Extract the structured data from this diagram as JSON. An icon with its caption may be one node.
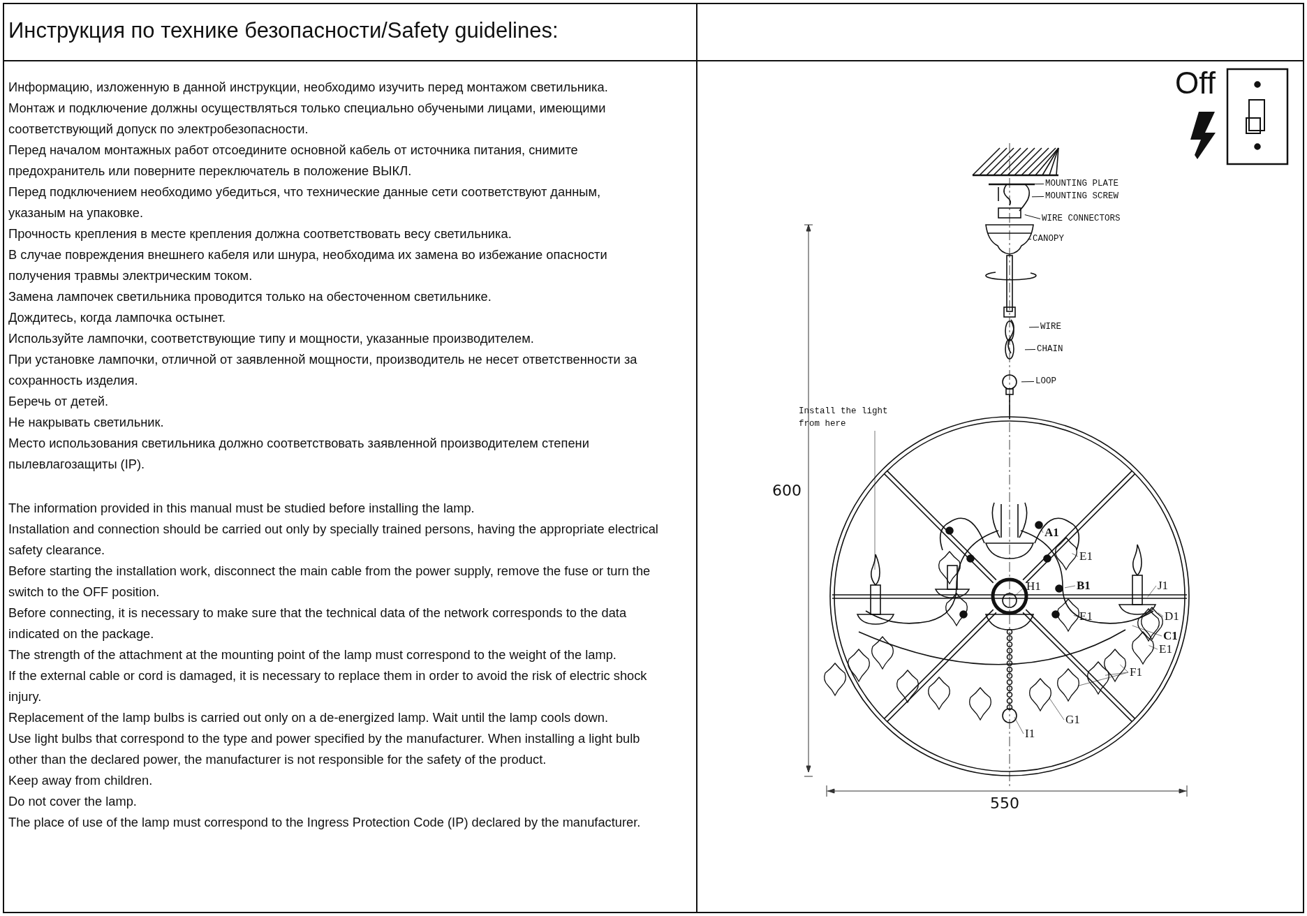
{
  "diagram": {
    "title": "Инструкция по технике безопасности/Safety guidelines:",
    "nodes": [
      {
        "text": [
          "MOUNTING PLATE"
        ]
      },
      {
        "text": [
          "MOUNTING SCREW"
        ]
      },
      {
        "text": [
          "WIRE CONNECTORS"
        ]
      },
      {
        "text": [
          "CANOPY"
        ]
      },
      {
        "text": [
          "WIRE"
        ]
      },
      {
        "text": [
          "CHAIN"
        ]
      },
      {
        "text": [
          "LOOP"
        ]
      },
      {
        "text": [
          "Install the light from here"
        ]
      },
      {
        "text": [
          "A1"
        ]
      },
      {
        "text": [
          "E1"
        ]
      },
      {
        "text": [
          "B1"
        ]
      },
      {
        "text": [
          "H1"
        ]
      },
      {
        "text": [
          "E1"
        ]
      },
      {
        "text": [
          "J1"
        ]
      },
      {
        "text": [
          "D1"
        ]
      },
      {
        "text": [
          "C1"
        ]
      },
      {
        "text": [
          "E1"
        ]
      },
      {
        "text": [
          "F1"
        ]
      },
      {
        "text": [
          "G1"
        ]
      },
      {
        "text": [
          "I1"
        ]
      }
    ],
    "edges": [
      {
        "from": 0,
        "to": null,
        "arrow": "none",
        "color": "#111111"
      },
      {
        "from": 1,
        "to": null,
        "arrow": "none",
        "color": "#111111"
      },
      {
        "from": 2,
        "to": null,
        "arrow": "none",
        "color": "#111111"
      },
      {
        "from": 3,
        "to": null,
        "arrow": "none",
        "color": "#111111"
      },
      {
        "from": 4,
        "to": null,
        "arrow": "none",
        "color": "#111111"
      },
      {
        "from": 5,
        "to": null,
        "arrow": "none",
        "color": "#111111"
      },
      {
        "from": 6,
        "to": null,
        "arrow": "none",
        "color": "#111111"
      },
      {
        "from": 7,
        "to": null,
        "arrow": "none"
      },
      {
        "from": 8,
        "to": null,
        "arrow": "none"
      },
      {
        "from": 9,
        "to": null,
        "arrow": "none"
      },
      {
        "from": 10,
        "to": null,
        "arrow": "none"
      },
      {
        "from": 11,
        "to": null,
        "arrow": "none"
      },
      {
        "from": 12,
        "to": null,
        "arrow": "none"
      },
      {
        "from": 13,
        "to": null,
        "arrow": "none"
      },
      {
        "from": 14,
        "to": null,
        "arrow": "none"
      },
      {
        "from": 15,
        "to": null,
        "arrow": "none"
      },
      {
        "from": 16,
        "to": null,
        "arrow": "none"
      },
      {
        "from": 17,
        "to": null,
        "arrow": "none"
      },
      {
        "from": 17,
        "to": null,
        "arrow": "none"
      },
      {
        "from": 17,
        "to": null,
        "arrow": "none"
      },
      {
        "from": 18,
        "to": null,
        "arrow": "none"
      },
      {
        "from": 19,
        "to": null,
        "arrow": "none"
      }
    ],
    "labels": [
      "Информацию, изложенную в данной инструкции, необходимо изучить перед монтажом светильника.",
      "Монтаж и подключение должны осуществляться только специально обучеными лицами, имеющими соответствующий допуск по электробезопасности.",
      "Перед началом монтажных работ отсоедините основной кабель от источника питания, снимите предохранитель или поверните переключатель в положение ВЫКЛ.",
      "Перед подключением необходимо убедиться, что технические данные сети соответствуют данным, указаным на упаковке.",
      "Прочность крепления в месте крепления должна соответствовать весу светильника.",
      "В случае повреждения внешнего кабеля или шнура, необходима их замена во избежание опасности получения травмы электрическим током.",
      "Замена лампочек светильника проводится только на обесточенном светильнике.",
      "Дождитесь, когда лампочка остынет.",
      "Используйте лампочки, соответствующие типу и мощности, указанные производителем.",
      "При установке лампочки, отличной от заявленной мощности, производитель не несет ответственности за сохранность изделия.",
      "Беречь от детей.",
      "Не накрывать светильник.",
      "Место использования светильника должно соответствовать заявленной производителем степени пылевлагозащиты (IP).",
      "The information provided in this manual must be studied before installing the lamp.",
      "Installation and connection should be carried out only by specially trained persons, having the appropriate electrical safety clearance.",
      "Before starting the installation work, disconnect the main cable from the power supply, remove the fuse or turn the switch to the OFF position.",
      "Before connecting, it is necessary to make sure that the technical data of the network corresponds to the data indicated on the package.",
      "The strength of the attachment at the mounting point of the lamp must correspond to the weight of the lamp.",
      "If the external cable or cord is damaged, it is necessary to replace them in order to avoid the risk of electric shock injury.",
      "Replacement of the lamp bulbs is carried out only on a de-energized lamp. Wait until the lamp cools down.",
      "Use light bulbs that correspond to the type and power specified by the manufacturer. When installing a light bulb other than the declared power, the manufacturer is not responsible for the safety of the product.",
      "Keep away from children.",
      "Do not cover the lamp.",
      "The place of use of the lamp must correspond to the Ingress Protection Code (IP) declared by the manufacturer.",
      "Off",
      "600",
      "550"
    ]
  }
}
